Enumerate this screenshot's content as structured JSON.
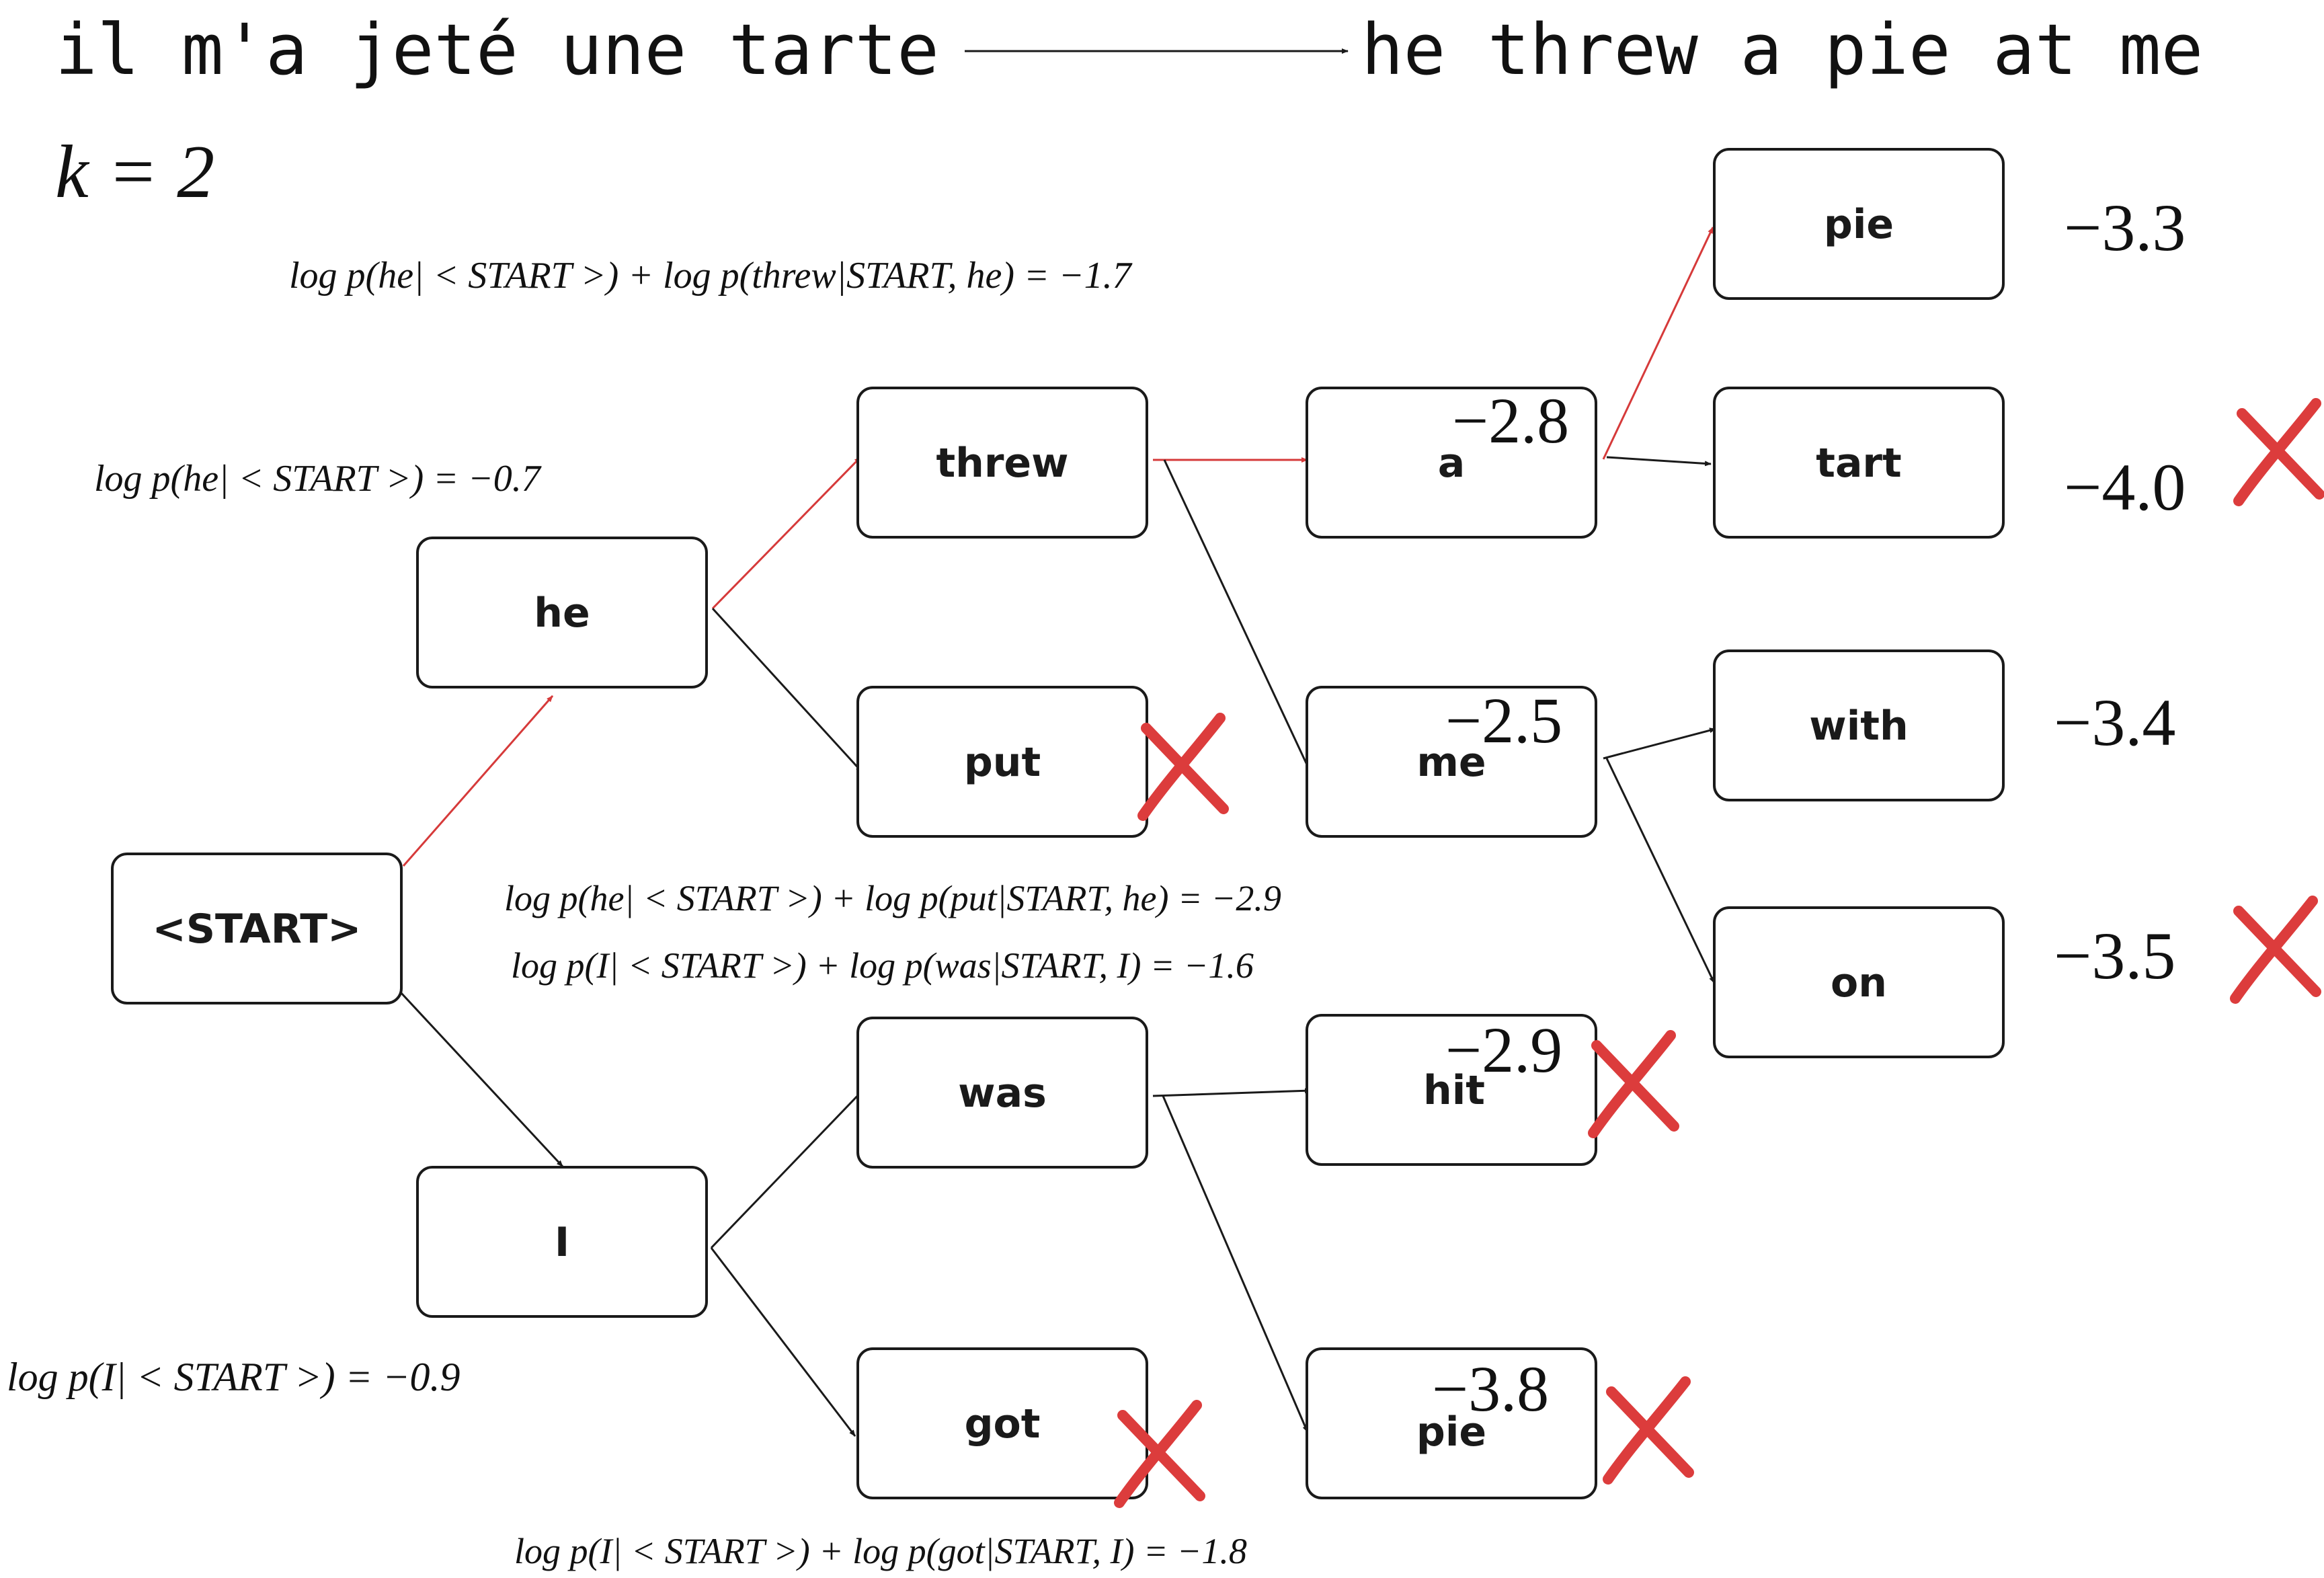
{
  "header": {
    "source": "il m'a jeté une tarte",
    "target": "he threw a pie at me"
  },
  "beam_width": "k = 2",
  "colors": {
    "selected": "#d63a3a",
    "default": "#1a1a1a",
    "cross": "#dc3c3c"
  },
  "nodes": {
    "start": "<START>",
    "he": "he",
    "I": "I",
    "threw": "threw",
    "put": "put",
    "was": "was",
    "got": "got",
    "a": "a",
    "me": "me",
    "hit": "hit",
    "pie2": "pie",
    "pie": "pie",
    "tart": "tart",
    "with": "with",
    "on": "on"
  },
  "node_scores": {
    "a": "−2.8",
    "me": "−2.5",
    "hit": "−2.9",
    "pie2": "−3.8"
  },
  "final_scores": {
    "pie": "−3.3",
    "tart": "−4.0",
    "with": "−3.4",
    "on": "−3.5"
  },
  "annotations": {
    "he_threw": "log p(he| < START >) + log p(threw|START, he) = −1.7",
    "he": "log p(he| < START >) = −0.7",
    "he_put": "log p(he| < START >) + log p(put|START, he) = −2.9",
    "I_was": "log p(I| < START >) + log p(was|START, I) = −1.6",
    "I": "log p(I| < START >) = −0.9",
    "I_got": "log p(I| < START >) + log p(got|START, I) = −1.8"
  },
  "pruned": [
    "put",
    "got",
    "hit",
    "pie2",
    "tart",
    "on"
  ]
}
